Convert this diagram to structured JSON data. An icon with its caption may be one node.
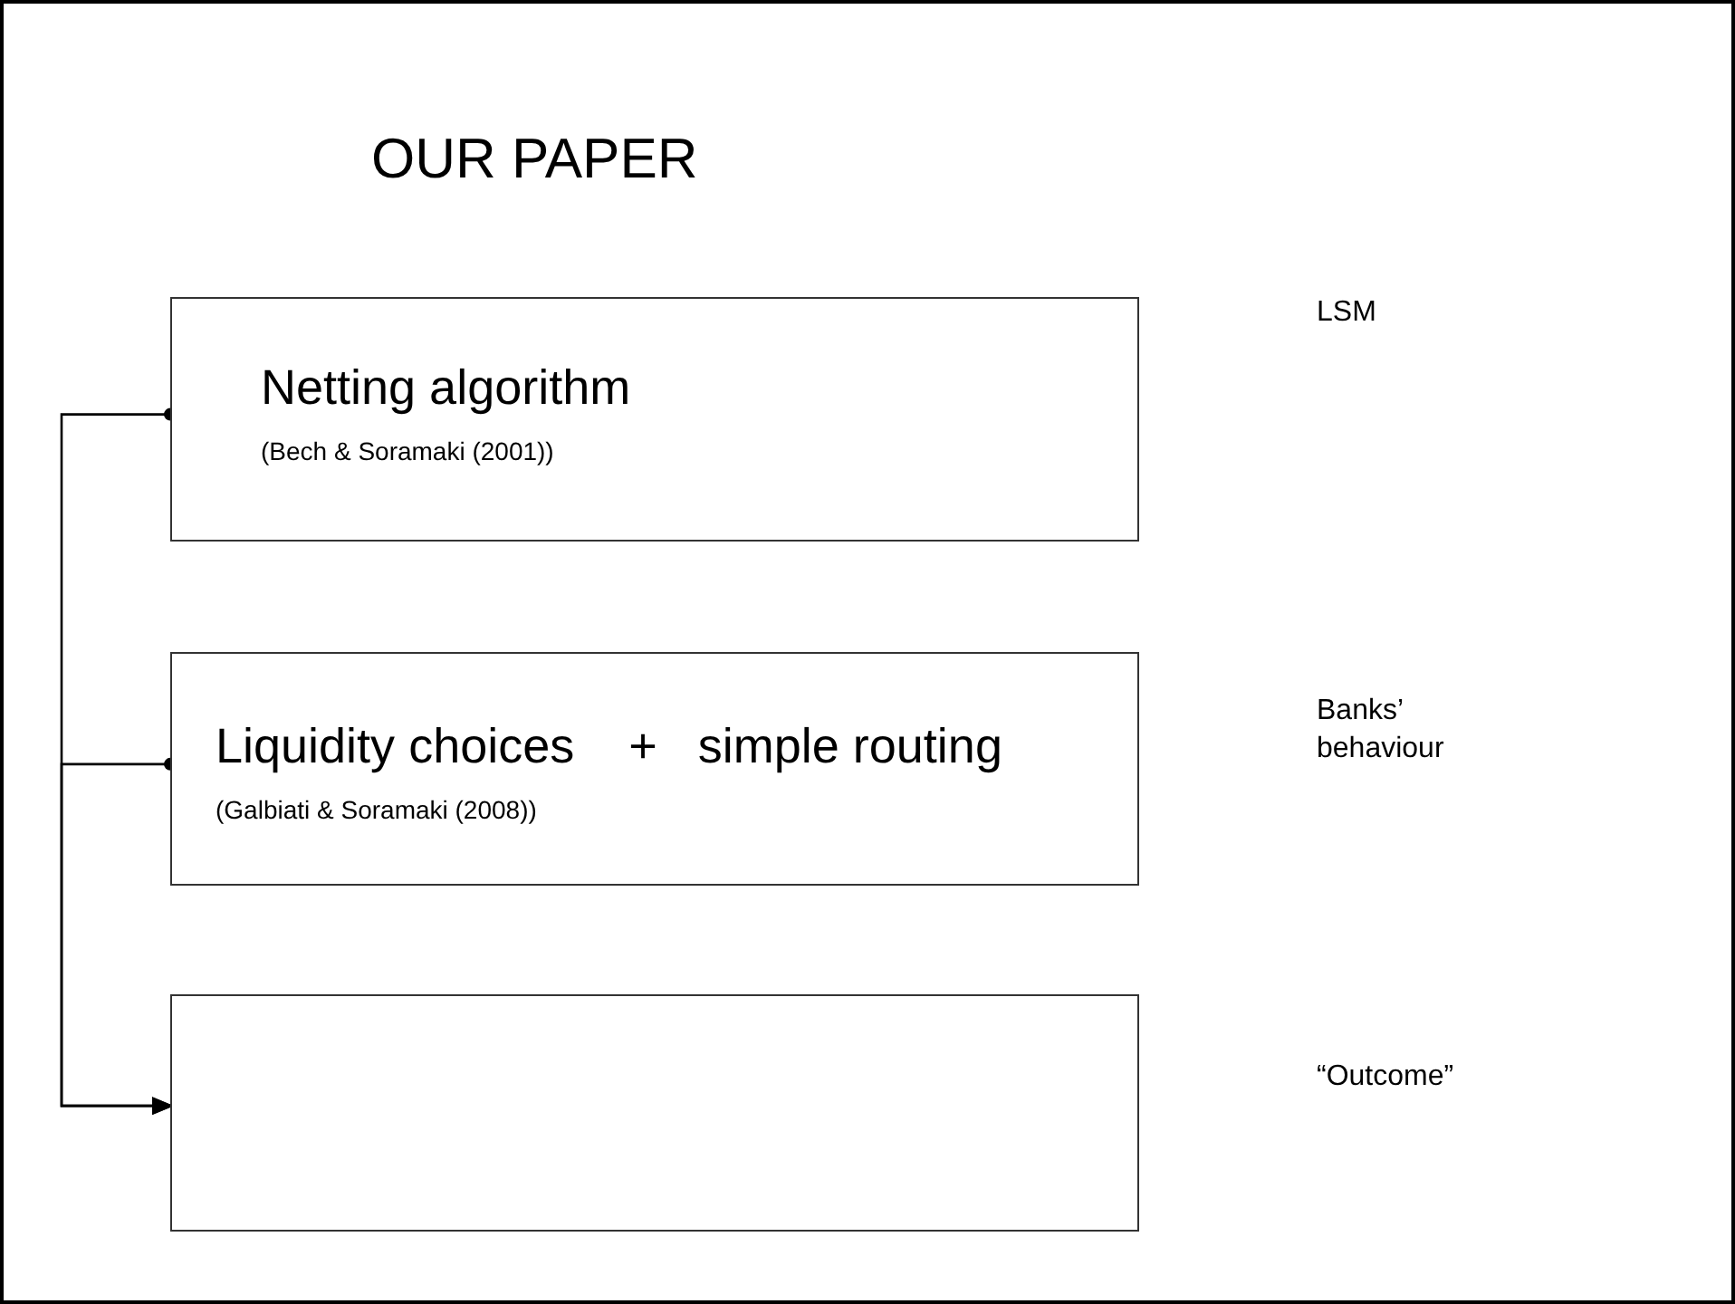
{
  "diagram": {
    "title": "OUR PAPER",
    "nodes": [
      {
        "text": [
          "Netting algorithm",
          "(Bech & Soramaki (2001))"
        ]
      },
      {
        "text": [
          "Liquidity choices    +   simple routing",
          "(Galbiati & Soramaki (2008))"
        ]
      },
      {
        "text": [],
        "shape": "box"
      }
    ],
    "edges": [
      {
        "from": 0,
        "to": 2,
        "arrow": "to"
      },
      {
        "from": 1,
        "to": 2,
        "arrow": "to"
      }
    ],
    "labels": [
      "LSM",
      "Banks’ behaviour",
      "“Outcome”"
    ]
  }
}
